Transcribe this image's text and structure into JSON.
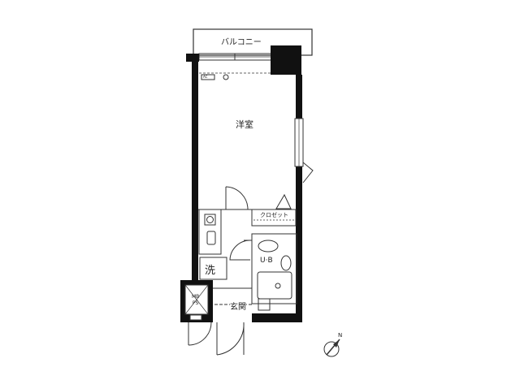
{
  "plan": {
    "balcony": "バルコニー",
    "western_room": "洋室",
    "closet": "クロゼット",
    "unit_bath": "U·B",
    "laundry": "洗",
    "entrance": "玄関",
    "mbps": "MB\nPS",
    "ac": "AC",
    "north": "N"
  }
}
